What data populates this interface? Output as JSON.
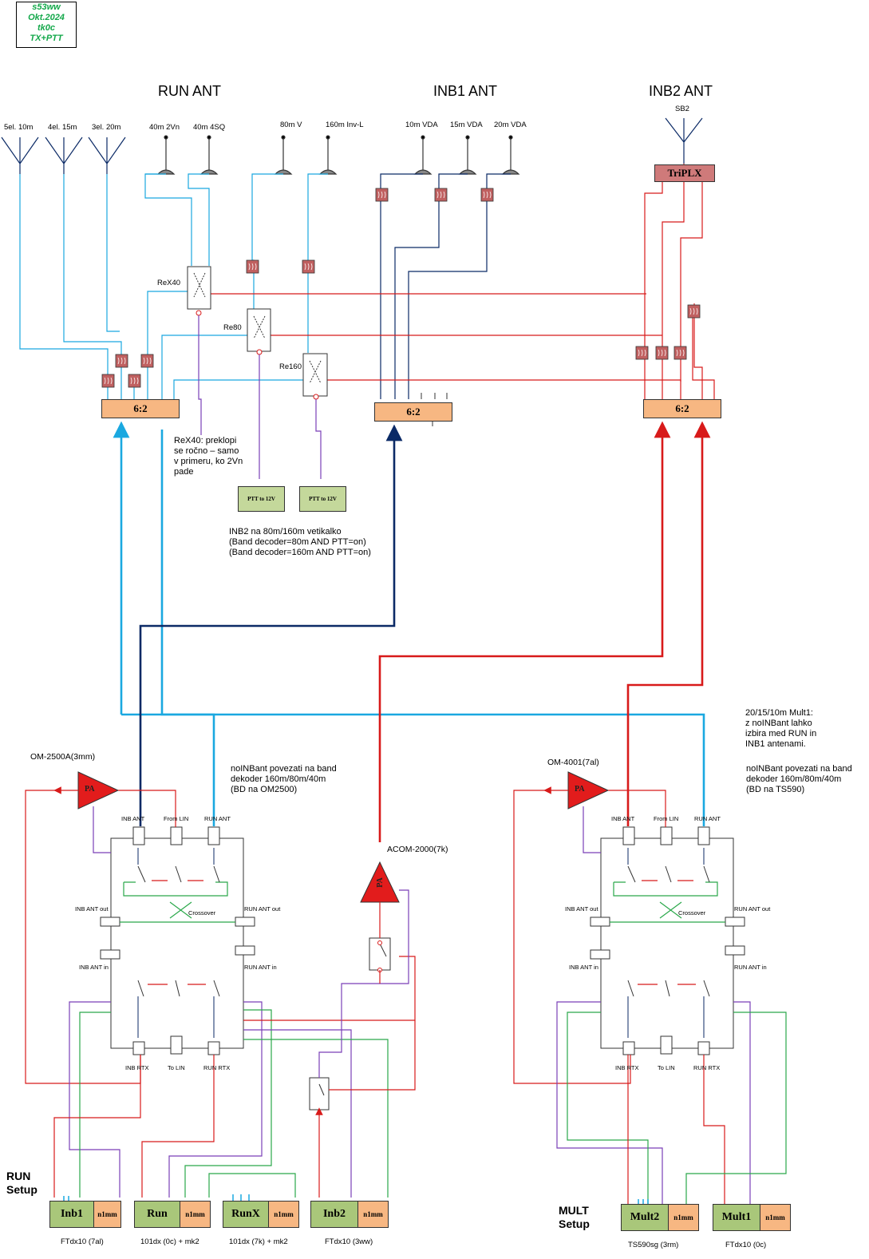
{
  "stamp": {
    "line1": "s53ww",
    "line2": "Okt.2024",
    "line3": "tk0c",
    "line4": "TX+PTT"
  },
  "headings": {
    "run_ant": "RUN ANT",
    "inb1_ant": "INB1 ANT",
    "inb2_ant": "INB2 ANT"
  },
  "antennas": {
    "a5el10": "5el. 10m",
    "a4el15": "4el. 15m",
    "a3el20": "3el. 20m",
    "a40_2vn": "40m 2Vn",
    "a40_4sq": "40m 4SQ",
    "a80v": "80m V",
    "a160": "160m Inv-L",
    "a10vda": "10m VDA",
    "a15vda": "15m VDA",
    "a20vda": "20m VDA",
    "sb2": "SB2"
  },
  "components": {
    "triplx": "TriPLX",
    "sw62": "6:2",
    "rex40": "ReX40",
    "re80": "Re80",
    "re160": "Re160",
    "ptt12": "PTT to 12V",
    "pa": "PA",
    "crossover": "Crossover"
  },
  "notes": {
    "rex40_note": "ReX40: preklopi\nse ročno – samo\nv primeru, ko 2Vn\npade",
    "inb2_note": "INB2 na 80m/160m vetikalko\n(Band decoder=80m AND PTT=on)\n(Band decoder=160m AND PTT=on)",
    "run_note": "noINBant povezati na band\ndekoder 160m/80m/40m\n(BD na OM2500)",
    "mult_note1": "20/15/10m Mult1:\nz noINBant lahko\nizbira med RUN in\nINB1 antenami.",
    "mult_note2": "noINBant povezati na band\ndekoder 160m/80m/40m\n(BD na TS590)"
  },
  "amps": {
    "om2500": "OM-2500A(3mm)",
    "acom": "ACOM-2000(7k)",
    "om4001": "OM-4001(7al)"
  },
  "panel_labels": {
    "inb_ant": "INB ANT",
    "from_lin": "From LIN",
    "run_ant": "RUN ANT",
    "inb_ant_out": "INB ANT out",
    "run_ant_out": "RUN ANT out",
    "inb_ant_in": "INB ANT in",
    "run_ant_in": "RUN ANT in",
    "inb_rtx": "INB RTX",
    "to_lin": "To LIN",
    "run_rtx": "RUN RTX"
  },
  "setups": {
    "run": "RUN\nSetup",
    "mult": "MULT\nSetup"
  },
  "radios": [
    {
      "name": "Inb1",
      "logger": "n1mm",
      "caption": "FTdx10 (7al)"
    },
    {
      "name": "Run",
      "logger": "n1mm",
      "caption": "101dx (0c) + mk2"
    },
    {
      "name": "RunX",
      "logger": "n1mm",
      "caption": "101dx (7k) + mk2"
    },
    {
      "name": "Inb2",
      "logger": "n1mm",
      "caption": "FTdx10 (3ww)"
    },
    {
      "name": "Mult2",
      "logger": "n1mm",
      "caption": "TS590sg (3rm)"
    },
    {
      "name": "Mult1",
      "logger": "n1mm",
      "caption": "FTdx10 (0c)"
    }
  ],
  "colors": {
    "cyan": "#1aa8e0",
    "navy": "#0b2a66",
    "red": "#d81a1a",
    "purple": "#7a3fb8",
    "green": "#2aa84a",
    "choke": "#c06060",
    "sw62": "#f7b782",
    "radio": "#a9c77a"
  }
}
